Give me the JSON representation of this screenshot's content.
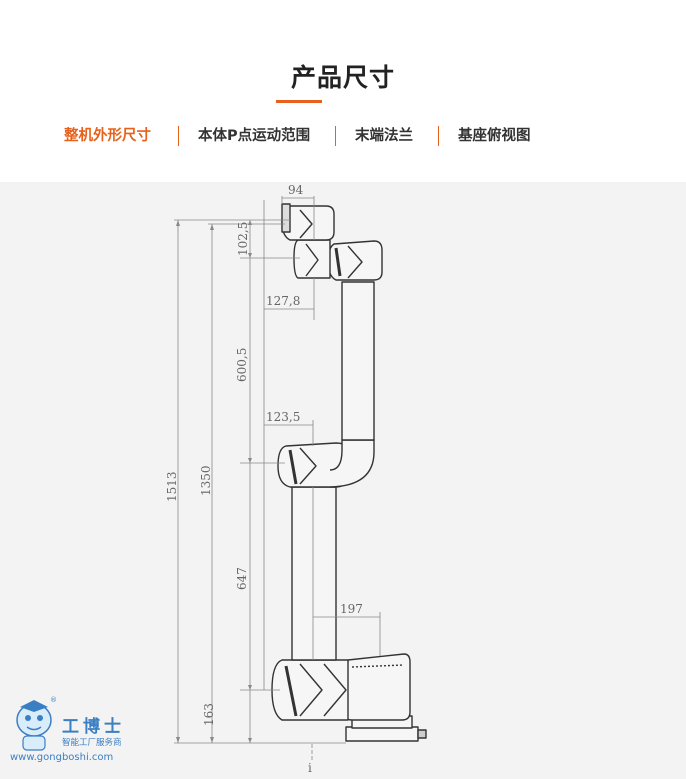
{
  "section": {
    "title": "产品尺寸"
  },
  "tabs": [
    {
      "label": "整机外形尺寸",
      "active": true
    },
    {
      "label": "本体P点运动范围",
      "active": false
    },
    {
      "label": "末端法兰",
      "active": false
    },
    {
      "label": "基座俯视图",
      "active": false
    }
  ],
  "drawing": {
    "dimensions": {
      "d94": "94",
      "d102_5": "102,5",
      "d127_8": "127,8",
      "d600_5": "600,5",
      "d123_5": "123,5",
      "d1513": "1513",
      "d1350": "1350",
      "d647": "647",
      "d197": "197",
      "d163": "163"
    },
    "footer_mark": "i"
  },
  "watermark": {
    "brand": "工博士",
    "slogan": "智能工厂服务商",
    "url": "www.gongboshi.com",
    "registered": "®"
  },
  "colors": {
    "accent": "#e8611a",
    "background": "#f3f3f3",
    "line": "#333333",
    "brand_blue": "#3a7fc4"
  }
}
